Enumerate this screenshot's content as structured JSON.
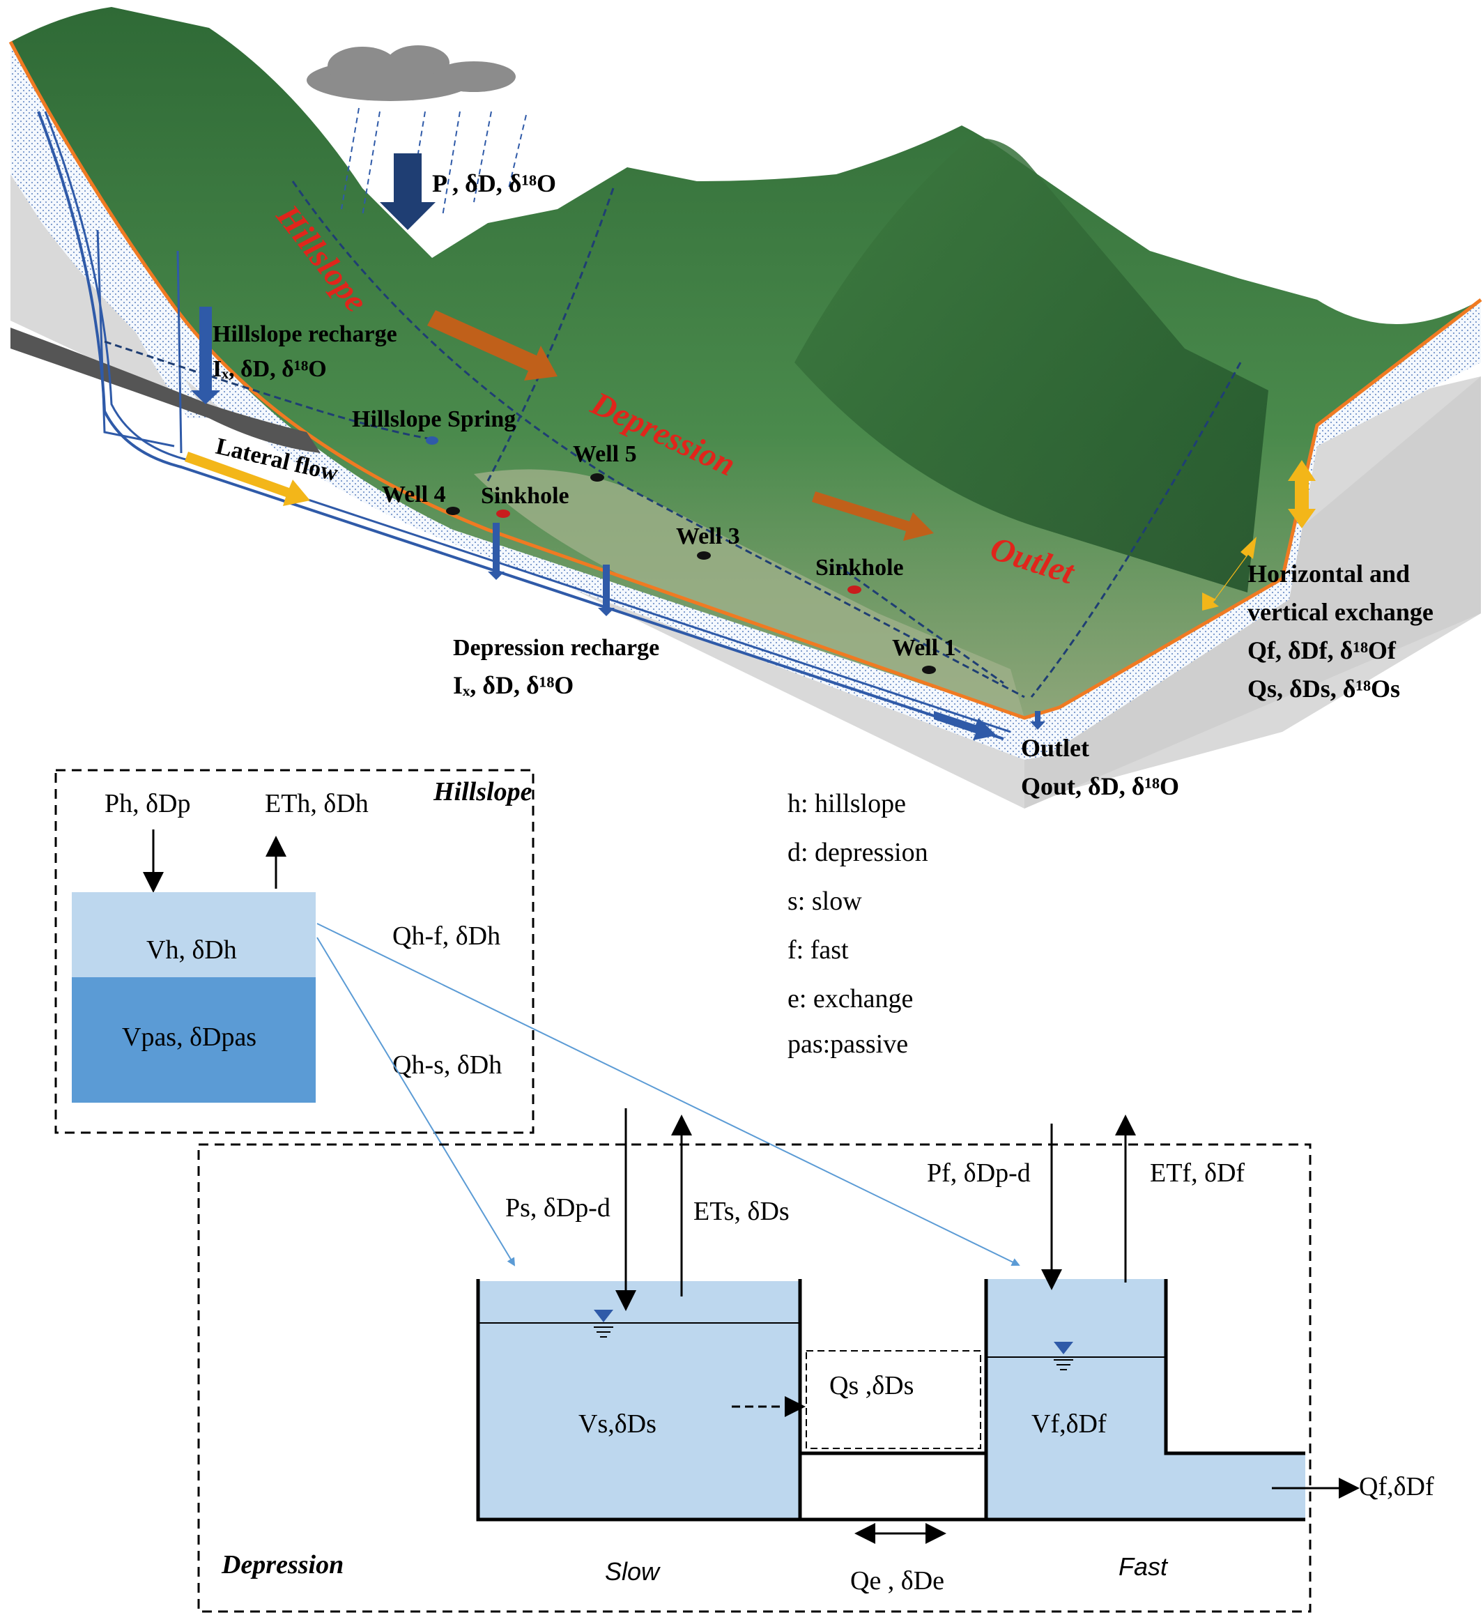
{
  "landscape": {
    "precip": "P ,     δD, δ¹⁸O",
    "zone_hillslope": "Hillslope",
    "zone_depression": "Depression",
    "zone_outlet": "Outlet",
    "hillslope_recharge": "Hillslope recharge",
    "hillslope_recharge_vars": "Iₓ,    δD, δ¹⁸O",
    "hillslope_spring": "Hillslope Spring",
    "lateral_flow": "Lateral flow",
    "well_4": "Well 4",
    "well_5": "Well 5",
    "well_3": "Well 3",
    "well_1": "Well 1",
    "sinkhole_1": "Sinkhole",
    "sinkhole_2": "Sinkhole",
    "depression_recharge": "Depression recharge",
    "depression_recharge_vars": "Iₓ,    δD, δ¹⁸O",
    "exchange_line1": "Horizontal and",
    "exchange_line2": "vertical exchange",
    "exchange_vars1": "Qf, δDf, δ¹⁸Of",
    "exchange_vars2": "Qs, δDs, δ¹⁸Os",
    "outlet_label": "Outlet",
    "outlet_vars": "Qout,     δD, δ¹⁸O",
    "colors": {
      "forest": "#3f7a43",
      "soil_line": "#f07a22",
      "bedrock": "#d9d9d9",
      "water_arrow": "#1f3e73",
      "flow_arrow": "#c0601a",
      "lateral_arrow": "#f3b619",
      "zone_text": "#e0251b"
    }
  },
  "legend": {
    "items": [
      "h: hillslope",
      "d: depression",
      "s: slow",
      "f: fast",
      "e: exchange",
      "pas:passive"
    ]
  },
  "hillslope_box": {
    "title": "Hillslope",
    "ph": "Ph, δDp",
    "eth": "ETh, δDh",
    "vh": "Vh, δDh",
    "vpas": "Vpas, δDpas",
    "qhf": "Qh-f, δDh",
    "qhs": "Qh-s, δDh"
  },
  "depression_box": {
    "title": "Depression",
    "ps": "Ps, δDp-d",
    "ets": "ETs, δDs",
    "pf": "Pf, δDp-d",
    "etf": "ETf, δDf",
    "vs": "Vs,δDs",
    "vf": "Vf,δDf",
    "qs": "Qs ,δDs",
    "qf_out": "Qf,δDf",
    "qe": "Qe , δDe",
    "slow": "Slow",
    "fast": "Fast"
  }
}
